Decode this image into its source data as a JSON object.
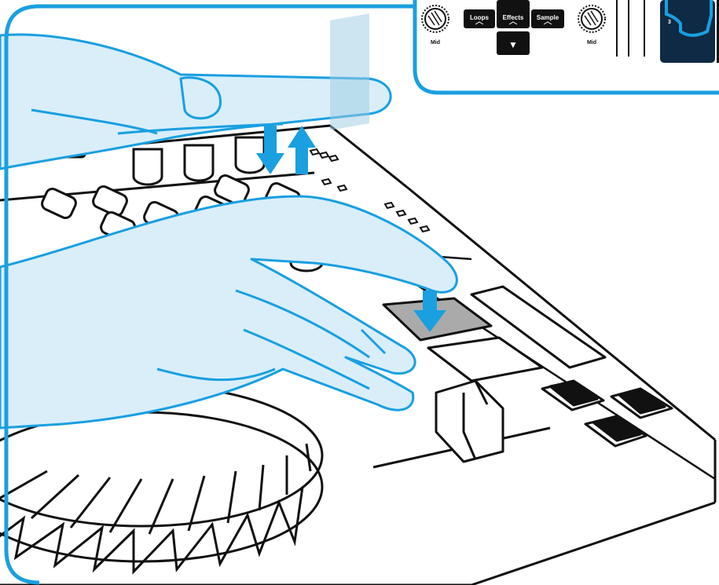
{
  "controls": {
    "knob_left_label": "Mid",
    "knob_right_label": "Mid",
    "loops_label": "Loops",
    "effects_label": "Effects",
    "sample_label": "Sample",
    "down_arrow_glyph": "▼",
    "pad_number": "3"
  },
  "colors": {
    "accent_blue": "#1a9fe0",
    "hand_fill": "#d9eef9",
    "pad_highlight": "#aaaaaa",
    "inset_dark": "#0f2a44",
    "outline": "#111111"
  }
}
